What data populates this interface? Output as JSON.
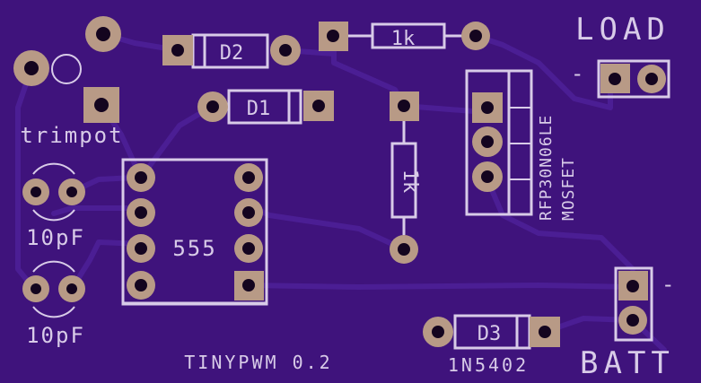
{
  "colors": {
    "board": "#3f137c",
    "trace": "#4b1e94",
    "silkscreen": "#d8cbe8",
    "pad": "#b89a86",
    "drill": "#14051f"
  },
  "labels": {
    "load": "LOAD",
    "batt": "BATT",
    "load_minus": "-",
    "batt_minus": "-",
    "trimpot": "trimpot",
    "cap1": "10pF",
    "cap2": "10pF",
    "ic": "555",
    "board_name": "TINYPWM 0.2",
    "diode_part": "1N5402",
    "mosfet_part": "RFP30N06LE",
    "mosfet_type": "MOSFET"
  },
  "refs": {
    "d1": "D1",
    "d2": "D2",
    "d3": "D3",
    "r1": "1k",
    "r2": "1k"
  }
}
